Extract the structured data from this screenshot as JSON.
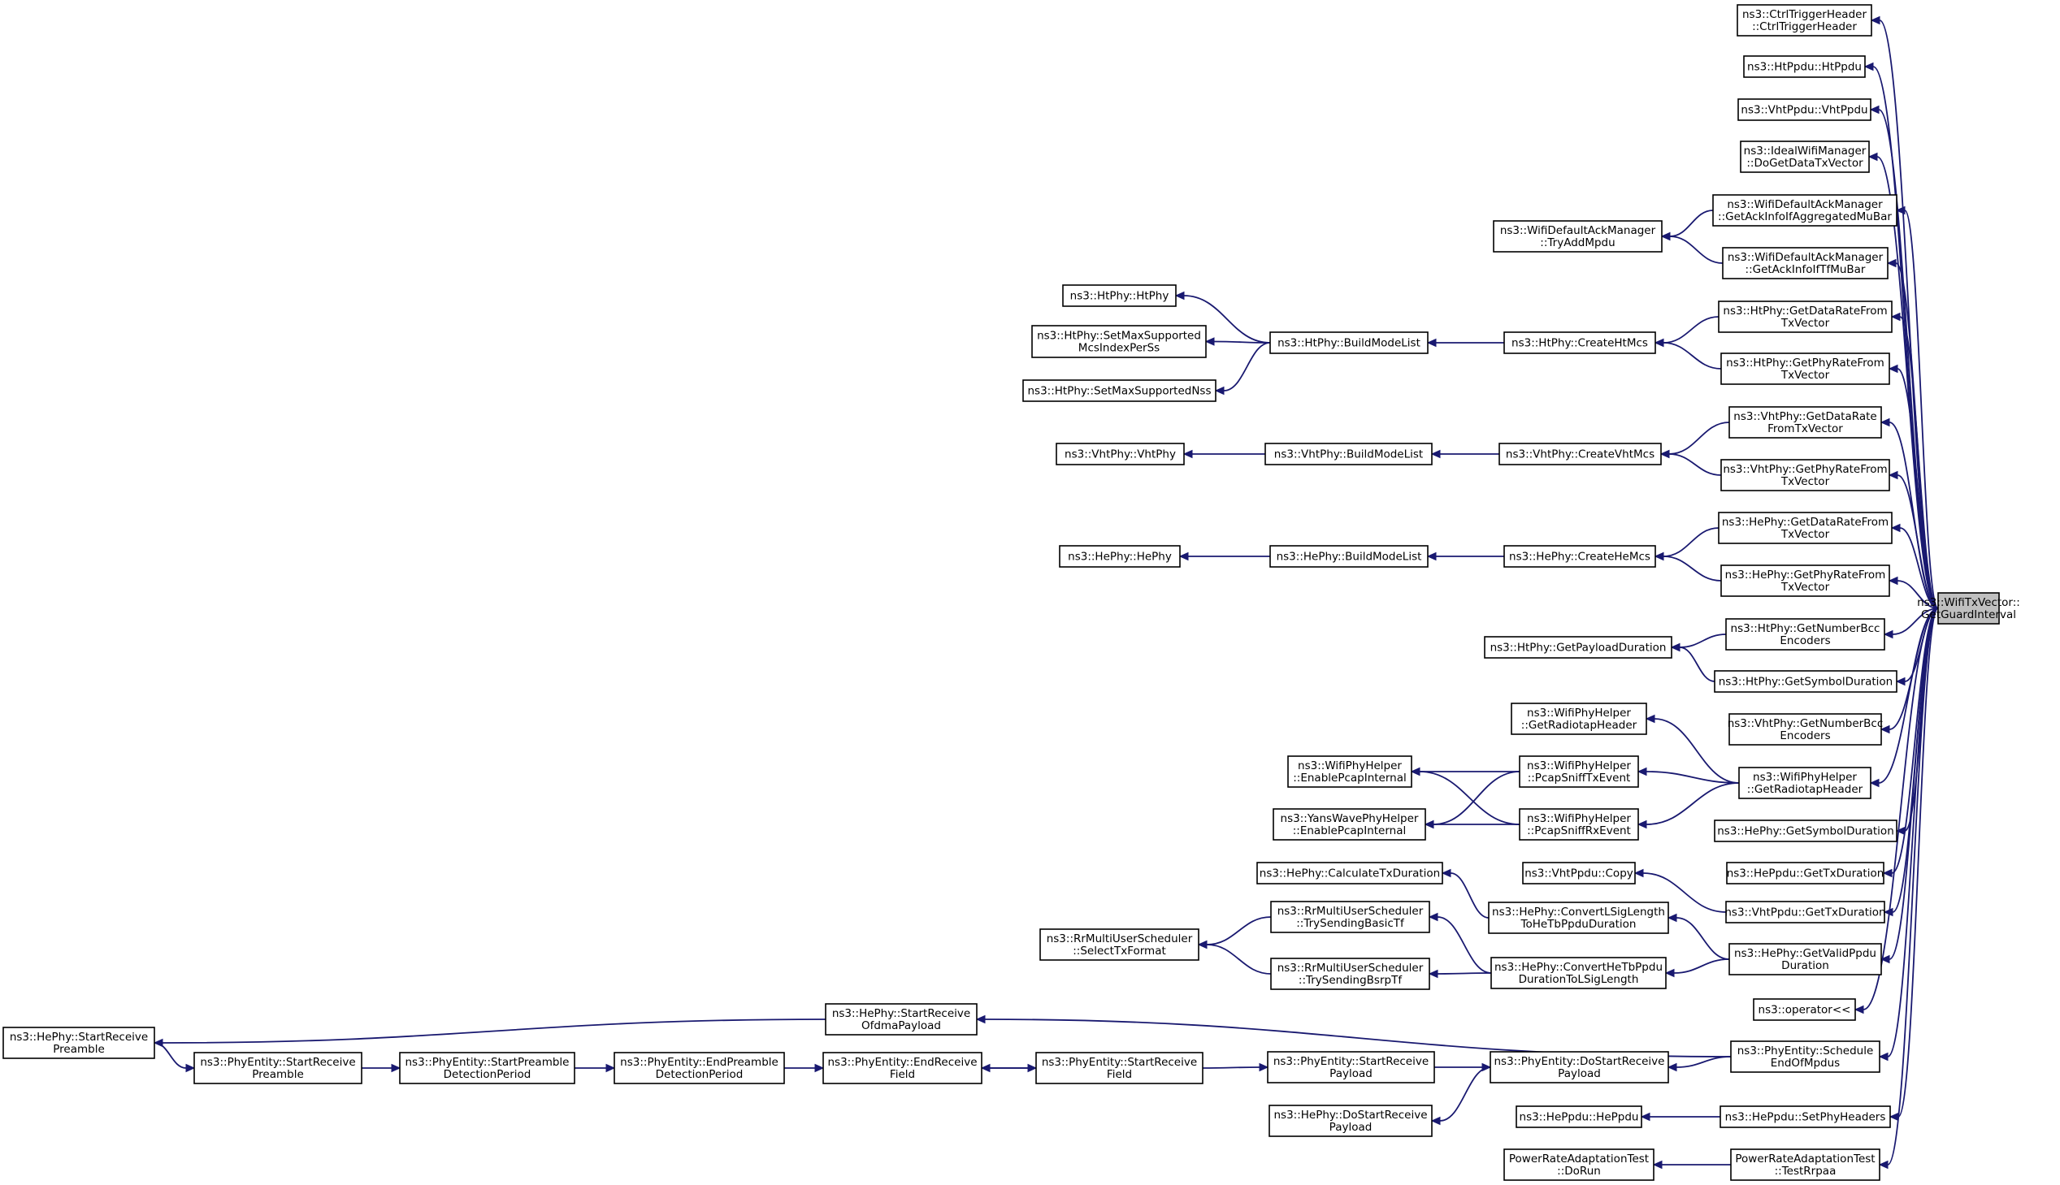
{
  "colors": {
    "edge": "#191970",
    "node_border": "#000000",
    "root_fill": "#bfbfbf",
    "node_fill": "#ffffff"
  },
  "nodes": [
    {
      "id": "root",
      "lines": [
        "ns3::WifiTxVector::",
        "GetGuardInterval"
      ],
      "root": true
    },
    {
      "id": "n_ctrltrig",
      "lines": [
        "ns3::CtrlTriggerHeader",
        "::CtrlTriggerHeader"
      ]
    },
    {
      "id": "n_htppdu",
      "lines": [
        "ns3::HtPpdu::HtPpdu"
      ]
    },
    {
      "id": "n_vhtppdu",
      "lines": [
        "ns3::VhtPpdu::VhtPpdu"
      ]
    },
    {
      "id": "n_ideal",
      "lines": [
        "ns3::IdealWifiManager",
        "::DoGetDataTxVector"
      ]
    },
    {
      "id": "n_ackagg",
      "lines": [
        "ns3::WifiDefaultAckManager",
        "::GetAckInfoIfAggregatedMuBar"
      ]
    },
    {
      "id": "n_acktf",
      "lines": [
        "ns3::WifiDefaultAckManager",
        "::GetAckInfoIfTfMuBar"
      ]
    },
    {
      "id": "n_tryadd",
      "lines": [
        "ns3::WifiDefaultAckManager",
        "::TryAddMpdu"
      ]
    },
    {
      "id": "n_htdr",
      "lines": [
        "ns3::HtPhy::GetDataRateFrom",
        "TxVector"
      ]
    },
    {
      "id": "n_htpr",
      "lines": [
        "ns3::HtPhy::GetPhyRateFrom",
        "TxVector"
      ]
    },
    {
      "id": "n_htcreate",
      "lines": [
        "ns3::HtPhy::CreateHtMcs"
      ]
    },
    {
      "id": "n_htbml",
      "lines": [
        "ns3::HtPhy::BuildModeList"
      ]
    },
    {
      "id": "n_htphy",
      "lines": [
        "ns3::HtPhy::HtPhy"
      ]
    },
    {
      "id": "n_htsetmcs",
      "lines": [
        "ns3::HtPhy::SetMaxSupported",
        "McsIndexPerSs"
      ]
    },
    {
      "id": "n_htsetnss",
      "lines": [
        "ns3::HtPhy::SetMaxSupportedNss"
      ]
    },
    {
      "id": "n_vhtdr",
      "lines": [
        "ns3::VhtPhy::GetDataRate",
        "FromTxVector"
      ]
    },
    {
      "id": "n_vhtpr",
      "lines": [
        "ns3::VhtPhy::GetPhyRateFrom",
        "TxVector"
      ]
    },
    {
      "id": "n_vhtcreate",
      "lines": [
        "ns3::VhtPhy::CreateVhtMcs"
      ]
    },
    {
      "id": "n_vhtbml",
      "lines": [
        "ns3::VhtPhy::BuildModeList"
      ]
    },
    {
      "id": "n_vhtphy",
      "lines": [
        "ns3::VhtPhy::VhtPhy"
      ]
    },
    {
      "id": "n_hedr",
      "lines": [
        "ns3::HePhy::GetDataRateFrom",
        "TxVector"
      ]
    },
    {
      "id": "n_hepr",
      "lines": [
        "ns3::HePhy::GetPhyRateFrom",
        "TxVector"
      ]
    },
    {
      "id": "n_hecreate",
      "lines": [
        "ns3::HePhy::CreateHeMcs"
      ]
    },
    {
      "id": "n_hebml",
      "lines": [
        "ns3::HePhy::BuildModeList"
      ]
    },
    {
      "id": "n_hephy",
      "lines": [
        "ns3::HePhy::HePhy"
      ]
    },
    {
      "id": "n_htnbcc",
      "lines": [
        "ns3::HtPhy::GetNumberBcc",
        "Encoders"
      ]
    },
    {
      "id": "n_htsym",
      "lines": [
        "ns3::HtPhy::GetSymbolDuration"
      ]
    },
    {
      "id": "n_htpayload",
      "lines": [
        "ns3::HtPhy::GetPayloadDuration"
      ]
    },
    {
      "id": "n_vhtnbcc",
      "lines": [
        "ns3::VhtPhy::GetNumberBcc",
        "Encoders"
      ]
    },
    {
      "id": "n_radio",
      "lines": [
        "ns3::WifiPhyHelper",
        "::GetRadiotapHeader"
      ]
    },
    {
      "id": "n_radio2",
      "lines": [
        "ns3::WifiPhyHelper",
        "::GetRadiotapHeader"
      ]
    },
    {
      "id": "n_sniffrx",
      "lines": [
        "ns3::WifiPhyHelper",
        "::PcapSniffTxEvent"
      ]
    },
    {
      "id": "n_snifftx",
      "lines": [
        "ns3::WifiPhyHelper",
        "::PcapSniffRxEvent"
      ]
    },
    {
      "id": "n_enpcap",
      "lines": [
        "ns3::WifiPhyHelper",
        "::EnablePcapInternal"
      ]
    },
    {
      "id": "n_yans",
      "lines": [
        "ns3::YansWavePhyHelper",
        "::EnablePcapInternal"
      ]
    },
    {
      "id": "n_hesym",
      "lines": [
        "ns3::HePhy::GetSymbolDuration"
      ]
    },
    {
      "id": "n_heppdutx",
      "lines": [
        "ns3::HePpdu::GetTxDuration"
      ]
    },
    {
      "id": "n_vhtppducopy",
      "lines": [
        "ns3::VhtPpdu::Copy"
      ]
    },
    {
      "id": "n_vhtppdutx",
      "lines": [
        "ns3::VhtPpdu::GetTxDuration"
      ]
    },
    {
      "id": "n_calctx",
      "lines": [
        "ns3::HePhy::CalculateTxDuration"
      ]
    },
    {
      "id": "n_convlsig",
      "lines": [
        "ns3::HePhy::ConvertLSigLength",
        "ToHeTbPpduDuration"
      ]
    },
    {
      "id": "n_validppdu",
      "lines": [
        "ns3::HePhy::GetValidPpdu",
        "Duration"
      ]
    },
    {
      "id": "n_trybasic",
      "lines": [
        "ns3::RrMultiUserScheduler",
        "::TrySendingBasicTf"
      ]
    },
    {
      "id": "n_trybsrp",
      "lines": [
        "ns3::RrMultiUserScheduler",
        "::TrySendingBsrpTf"
      ]
    },
    {
      "id": "n_selecttx",
      "lines": [
        "ns3::RrMultiUserScheduler",
        "::SelectTxFormat"
      ]
    },
    {
      "id": "n_convhetb",
      "lines": [
        "ns3::HePhy::ConvertHeTbPpdu",
        "DurationToLSigLength"
      ]
    },
    {
      "id": "n_oper",
      "lines": [
        "ns3::operator<<"
      ]
    },
    {
      "id": "n_sched",
      "lines": [
        "ns3::PhyEntity::Schedule",
        "EndOfMpdus"
      ]
    },
    {
      "id": "n_heofdma",
      "lines": [
        "ns3::HePhy::StartReceive",
        "OfdmaPayload"
      ]
    },
    {
      "id": "n_hesrp",
      "lines": [
        "ns3::HePhy::StartReceive",
        "Preamble"
      ]
    },
    {
      "id": "n_pesrp",
      "lines": [
        "ns3::PhyEntity::StartReceive",
        "Preamble"
      ]
    },
    {
      "id": "n_pespdp",
      "lines": [
        "ns3::PhyEntity::StartPreamble",
        "DetectionPeriod"
      ]
    },
    {
      "id": "n_peepdp",
      "lines": [
        "ns3::PhyEntity::EndPreamble",
        "DetectionPeriod"
      ]
    },
    {
      "id": "n_peerf",
      "lines": [
        "ns3::PhyEntity::EndReceive",
        "Field"
      ]
    },
    {
      "id": "n_pesrf",
      "lines": [
        "ns3::PhyEntity::StartReceive",
        "Field"
      ]
    },
    {
      "id": "n_pesrpay",
      "lines": [
        "ns3::PhyEntity::StartReceive",
        "Payload"
      ]
    },
    {
      "id": "n_pedsrp",
      "lines": [
        "ns3::PhyEntity::DoStartReceive",
        "Payload"
      ]
    },
    {
      "id": "n_hedsrp",
      "lines": [
        "ns3::HePhy::DoStartReceive",
        "Payload"
      ]
    },
    {
      "id": "n_heppdu",
      "lines": [
        "ns3::HePpdu::HePpdu"
      ]
    },
    {
      "id": "n_heset",
      "lines": [
        "ns3::HePpdu::SetPhyHeaders"
      ]
    },
    {
      "id": "n_pradorun",
      "lines": [
        "PowerRateAdaptationTest",
        "::DoRun"
      ]
    },
    {
      "id": "n_pratest",
      "lines": [
        "PowerRateAdaptationTest",
        "::TestRrpaa"
      ]
    }
  ],
  "edges": [
    [
      "n_ctrltrig",
      "root"
    ],
    [
      "n_htppdu",
      "root"
    ],
    [
      "n_vhtppdu",
      "root"
    ],
    [
      "n_ideal",
      "root"
    ],
    [
      "n_ackagg",
      "root"
    ],
    [
      "n_acktf",
      "root"
    ],
    [
      "n_htdr",
      "root"
    ],
    [
      "n_htpr",
      "root"
    ],
    [
      "n_vhtdr",
      "root"
    ],
    [
      "n_vhtpr",
      "root"
    ],
    [
      "n_hedr",
      "root"
    ],
    [
      "n_hepr",
      "root"
    ],
    [
      "n_htnbcc",
      "root"
    ],
    [
      "n_htsym",
      "root"
    ],
    [
      "n_vhtnbcc",
      "root"
    ],
    [
      "n_radio2",
      "root"
    ],
    [
      "n_hesym",
      "root"
    ],
    [
      "n_heppdutx",
      "root"
    ],
    [
      "n_vhtppdutx",
      "root"
    ],
    [
      "n_validppdu",
      "root"
    ],
    [
      "n_oper",
      "root"
    ],
    [
      "n_sched",
      "root"
    ],
    [
      "n_heset",
      "root"
    ],
    [
      "n_pratest",
      "root"
    ],
    [
      "n_tryadd",
      "n_ackagg"
    ],
    [
      "n_tryadd",
      "n_acktf"
    ],
    [
      "n_htcreate",
      "n_htdr"
    ],
    [
      "n_htcreate",
      "n_htpr"
    ],
    [
      "n_htbml",
      "n_htcreate"
    ],
    [
      "n_htphy",
      "n_htbml"
    ],
    [
      "n_htsetmcs",
      "n_htbml"
    ],
    [
      "n_htsetnss",
      "n_htbml"
    ],
    [
      "n_vhtcreate",
      "n_vhtdr"
    ],
    [
      "n_vhtcreate",
      "n_vhtpr"
    ],
    [
      "n_vhtbml",
      "n_vhtcreate"
    ],
    [
      "n_vhtphy",
      "n_vhtbml"
    ],
    [
      "n_hecreate",
      "n_hedr"
    ],
    [
      "n_hecreate",
      "n_hepr"
    ],
    [
      "n_hebml",
      "n_hecreate"
    ],
    [
      "n_hephy",
      "n_hebml"
    ],
    [
      "n_htpayload",
      "n_htnbcc"
    ],
    [
      "n_htpayload",
      "n_htsym"
    ],
    [
      "n_radio",
      "n_radio2"
    ],
    [
      "n_sniffrx",
      "n_radio2"
    ],
    [
      "n_snifftx",
      "n_radio2"
    ],
    [
      "n_enpcap",
      "n_sniffrx"
    ],
    [
      "n_enpcap",
      "n_snifftx"
    ],
    [
      "n_yans",
      "n_sniffrx"
    ],
    [
      "n_yans",
      "n_snifftx"
    ],
    [
      "n_vhtppducopy",
      "n_vhtppdutx"
    ],
    [
      "n_calctx",
      "n_convlsig"
    ],
    [
      "n_convlsig",
      "n_validppdu"
    ],
    [
      "n_convhetb",
      "n_validppdu"
    ],
    [
      "n_trybasic",
      "n_convhetb"
    ],
    [
      "n_trybsrp",
      "n_convhetb"
    ],
    [
      "n_selecttx",
      "n_trybasic"
    ],
    [
      "n_selecttx",
      "n_trybsrp"
    ],
    [
      "n_heofdma",
      "n_sched"
    ],
    [
      "n_pedsrp",
      "n_sched"
    ],
    [
      "n_hesrp",
      "n_heofdma"
    ],
    [
      "n_pesrp",
      "n_hesrp"
    ],
    [
      "n_pespdp",
      "n_pesrp"
    ],
    [
      "n_peepdp",
      "n_pespdp"
    ],
    [
      "n_peerf",
      "n_peepdp"
    ],
    [
      "n_pesrf",
      "n_peerf"
    ],
    [
      "n_peerf",
      "n_pesrf"
    ],
    [
      "n_pesrpay",
      "n_pesrf"
    ],
    [
      "n_pedsrp",
      "n_pesrpay"
    ],
    [
      "n_hedsrp",
      "n_pedsrp"
    ],
    [
      "n_heppdu",
      "n_heset"
    ],
    [
      "n_pradorun",
      "n_pratest"
    ]
  ]
}
